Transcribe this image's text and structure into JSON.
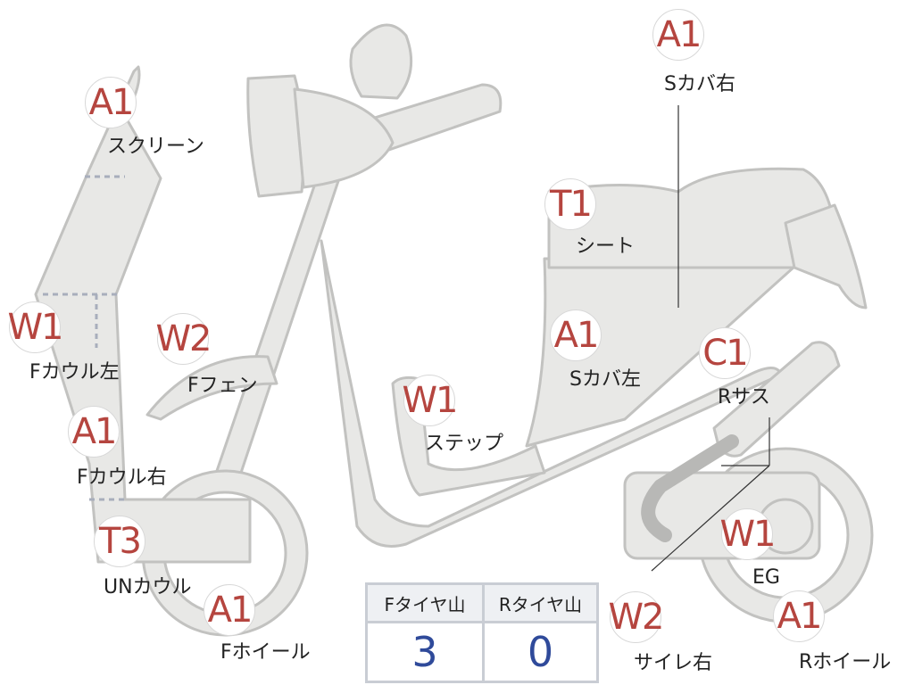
{
  "parts": [
    {
      "id": "screen",
      "grade": "A1",
      "label": "スクリーン"
    },
    {
      "id": "f-cowl-left",
      "grade": "W1",
      "label": "Fカウル左"
    },
    {
      "id": "f-cowl-right",
      "grade": "A1",
      "label": "Fカウル右"
    },
    {
      "id": "under-cowl",
      "grade": "T3",
      "label": "UNカウル"
    },
    {
      "id": "f-fender",
      "grade": "W2",
      "label": "Fフェン"
    },
    {
      "id": "f-wheel",
      "grade": "A1",
      "label": "Fホイール"
    },
    {
      "id": "step",
      "grade": "W1",
      "label": "ステップ"
    },
    {
      "id": "seat",
      "grade": "T1",
      "label": "シート"
    },
    {
      "id": "side-cover-left",
      "grade": "A1",
      "label": "Sカバ左"
    },
    {
      "id": "side-cover-right",
      "grade": "A1",
      "label": "Sカバ右"
    },
    {
      "id": "r-suspension",
      "grade": "C1",
      "label": "Rサス"
    },
    {
      "id": "engine",
      "grade": "W1",
      "label": "EG"
    },
    {
      "id": "muffler-right",
      "grade": "W2",
      "label": "サイレ右"
    },
    {
      "id": "r-wheel",
      "grade": "A1",
      "label": "Rホイール"
    }
  ],
  "tread": {
    "front_header": "Fタイヤ山",
    "rear_header": "Rタイヤ山",
    "front_value": "3",
    "rear_value": "0"
  },
  "colors": {
    "part_fill": "#e8e8e6",
    "part_stroke": "#c2c2c0",
    "grade_text": "#b5453f",
    "tread_value": "#2f4a9a"
  }
}
